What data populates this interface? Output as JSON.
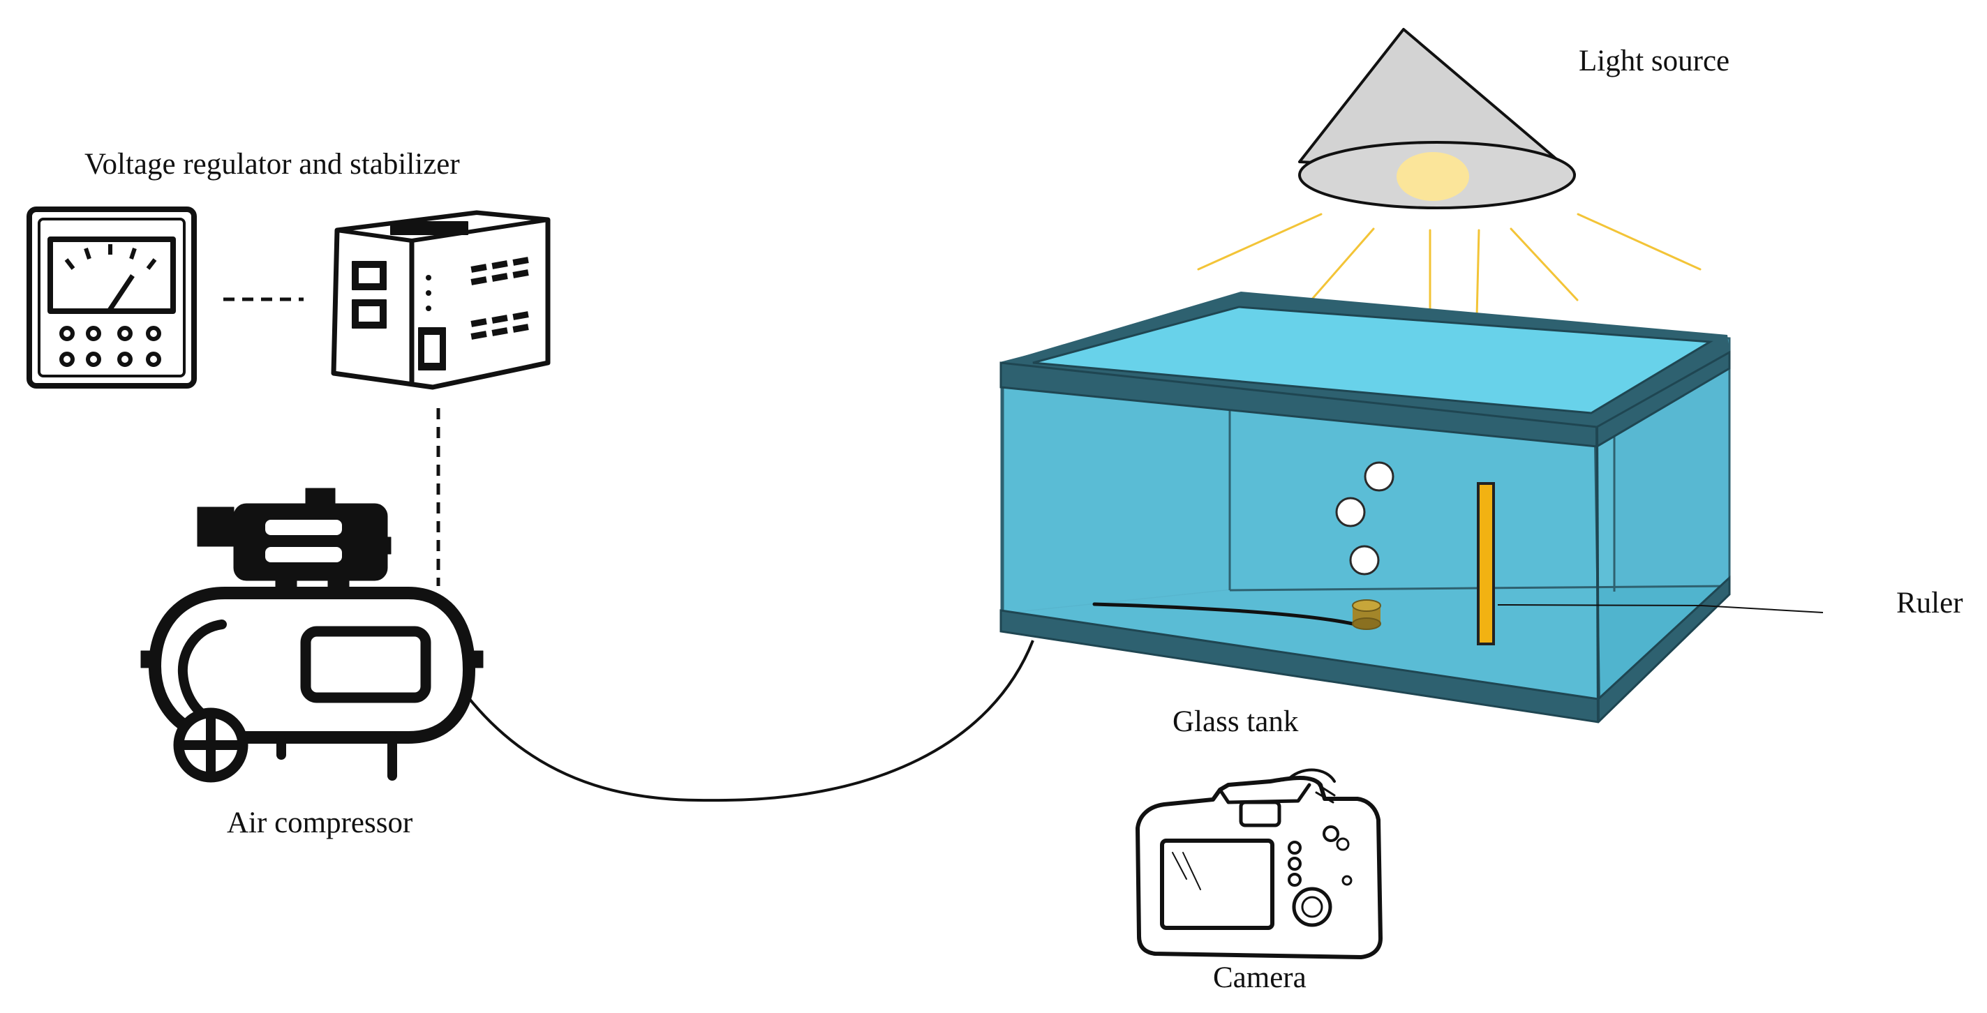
{
  "labels": {
    "light_source": "Light source",
    "voltage_regulator": "Voltage regulator and stabilizer",
    "ruler": "Ruler",
    "glass_tank": "Glass tank",
    "air_compressor": "Air compressor",
    "camera": "Camera"
  },
  "colors": {
    "water_front": "#5bbdd6",
    "water_surface": "#68d2ea",
    "tank_frame": "#2e6170",
    "ruler": "#f2b212",
    "light_ray": "#f3c437",
    "lamp_glow": "#fbe59a",
    "lamp_shade": "#d3d3d3",
    "nozzle": "#a3862a",
    "ink": "#111111"
  },
  "icons": {
    "light": "lamp-shade-icon",
    "meter": "voltmeter-icon",
    "stabilizer": "voltage-stabilizer-icon",
    "compressor": "air-compressor-icon",
    "camera": "camera-icon"
  },
  "bubble_count": 3
}
